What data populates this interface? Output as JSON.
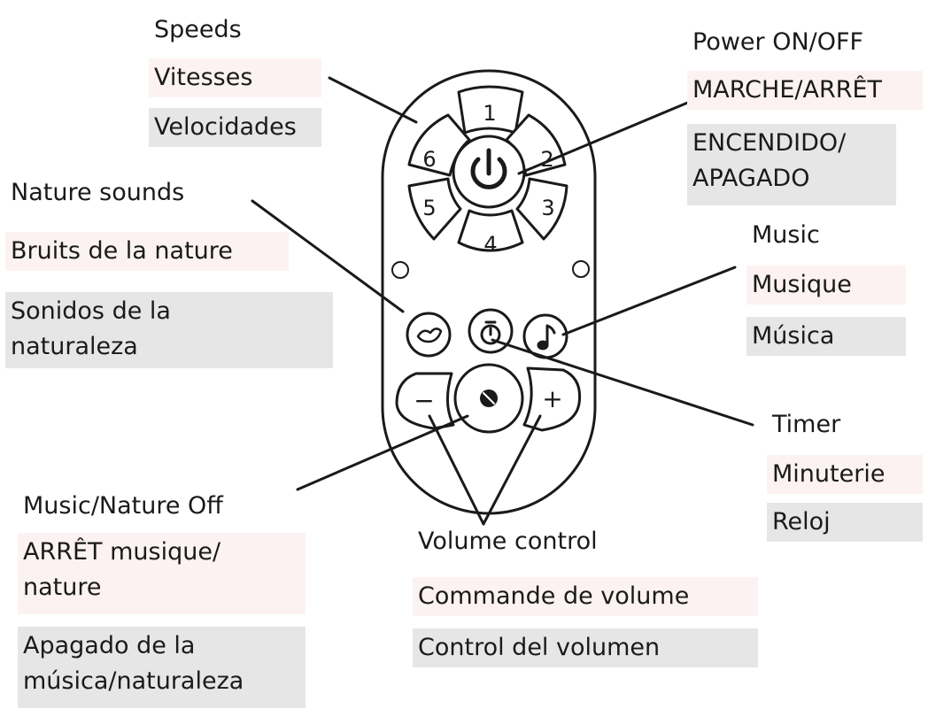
{
  "colors": {
    "stroke": "#1a1a1a",
    "french_bg": "#fdf2f2",
    "spanish_bg": "#e6e6e6",
    "remote_fill": "#ffffff"
  },
  "remote": {
    "speed_keys": [
      "1",
      "2",
      "3",
      "4",
      "5",
      "6"
    ],
    "power_icon": "power-icon",
    "nature_icon": "bird-icon",
    "timer_icon": "timer-icon",
    "music_icon": "music-note-icon",
    "mute_icon": "mute-icon",
    "minus_label": "−",
    "plus_label": "+"
  },
  "labels": {
    "speeds": {
      "en": "Speeds",
      "fr": "Vitesses",
      "es": "Velocidades"
    },
    "power": {
      "en": "Power ON/OFF",
      "fr": "MARCHE/ARRÊT",
      "es": "ENCENDIDO/\nAPAGADO"
    },
    "nature": {
      "en": "Nature sounds",
      "fr": "Bruits de la nature",
      "es": "Sonidos de la\nnaturaleza"
    },
    "music": {
      "en": "Music",
      "fr": "Musique",
      "es": "Música"
    },
    "timer": {
      "en": "Timer",
      "fr": "Minuterie",
      "es": "Reloj"
    },
    "music_off": {
      "en": "Music/Nature Off",
      "fr": "ARRÊT musique/\nnature",
      "es": "Apagado de la\nmúsica/naturaleza"
    },
    "volume": {
      "en": "Volume control",
      "fr": "Commande de volume",
      "es": "Control del volumen"
    }
  }
}
